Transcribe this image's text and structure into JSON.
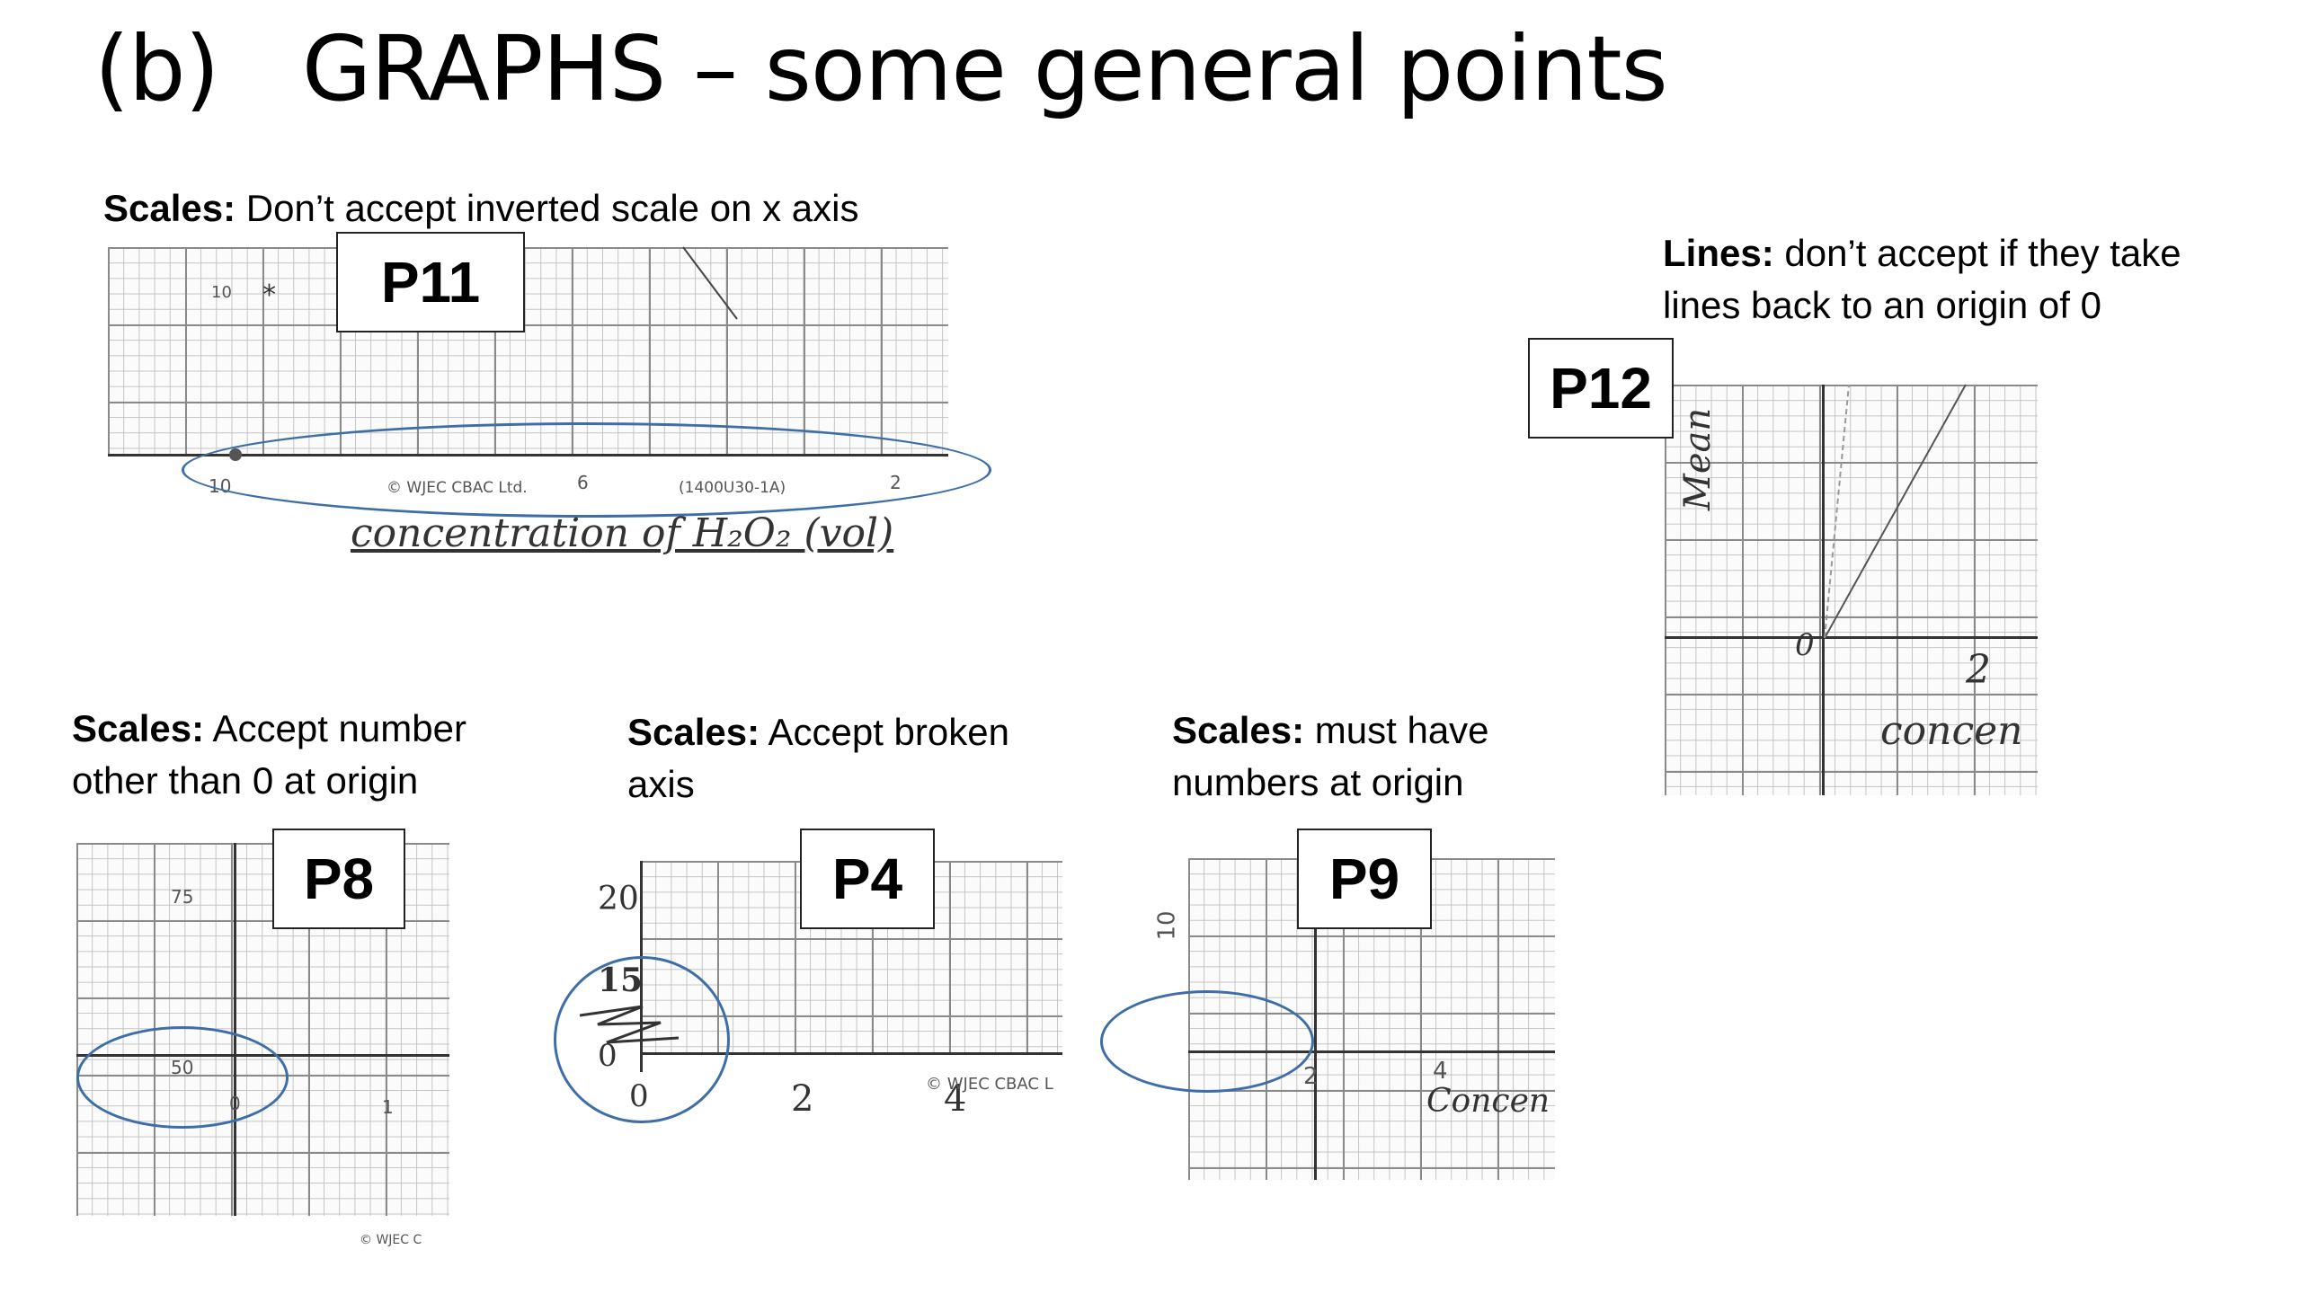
{
  "title": "(b)   GRAPHS – some general points",
  "panels": {
    "p11": {
      "caption_bold": "Scales:",
      "caption_text": " Don’t accept inverted scale on x axis",
      "label": "P11",
      "ticks": [
        "10",
        "6",
        "2"
      ],
      "marker": "10",
      "footer": "© WJEC CBAC Ltd.",
      "code": "(1400U30-1A)",
      "axis_title": "concentration  of  H₂O₂ (vol)"
    },
    "p12": {
      "caption_line1_bold": "Lines:",
      "caption_line1_text": " don’t accept if they take",
      "caption_line2": "lines back to an origin of 0",
      "label": "P12",
      "y_axis_title": "Mean",
      "origin": "0",
      "x_tick": "2",
      "x_axis_title": "concen"
    },
    "p8": {
      "caption_line1_bold": "Scales:",
      "caption_line1_text": " Accept number",
      "caption_line2": "other than 0 at origin",
      "label": "P8",
      "y_ticks": [
        "75",
        "50"
      ],
      "x_ticks": [
        "0",
        "1"
      ],
      "footer": "© WJEC C"
    },
    "p4": {
      "caption_line1_bold": "Scales:",
      "caption_line1_text": " Accept broken",
      "caption_line2": "axis",
      "label": "P4",
      "y_ticks": [
        "20",
        "15",
        "0"
      ],
      "x_ticks": [
        "0",
        "2",
        "4"
      ],
      "footer": "© WJEC CBAC L"
    },
    "p9": {
      "caption_line1_bold": "Scales:",
      "caption_line1_text": " must have",
      "caption_line2": "numbers at origin",
      "label": "P9",
      "y_tick": "10",
      "x_ticks": [
        "2",
        "4"
      ],
      "x_axis_title": "Concen"
    }
  }
}
